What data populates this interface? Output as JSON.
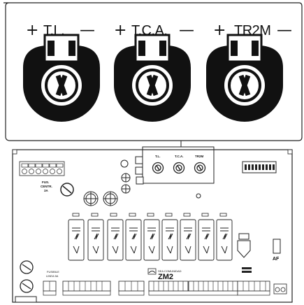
{
  "zoom_panel": {
    "trimmers": [
      {
        "label": "T.L.",
        "plus": "+",
        "minus": "—"
      },
      {
        "label": "T.C.A.",
        "plus": "+",
        "minus": "—"
      },
      {
        "label": "TR2M",
        "plus": "+",
        "minus": "—"
      }
    ]
  },
  "board": {
    "mini_trimmers": [
      "T.L.",
      "T.C.A.",
      "TR2M"
    ],
    "fuse_label_1": "FUS.",
    "fuse_label_2": "CENTR.",
    "fuse_label_3": "3A",
    "fuse2_label_1": "FUSIBILE",
    "fuse2_label_2": "LINEA 5A",
    "model_label": "ZM2",
    "brand_label": "SEA COMUNIDAD",
    "af_label": "AF"
  }
}
